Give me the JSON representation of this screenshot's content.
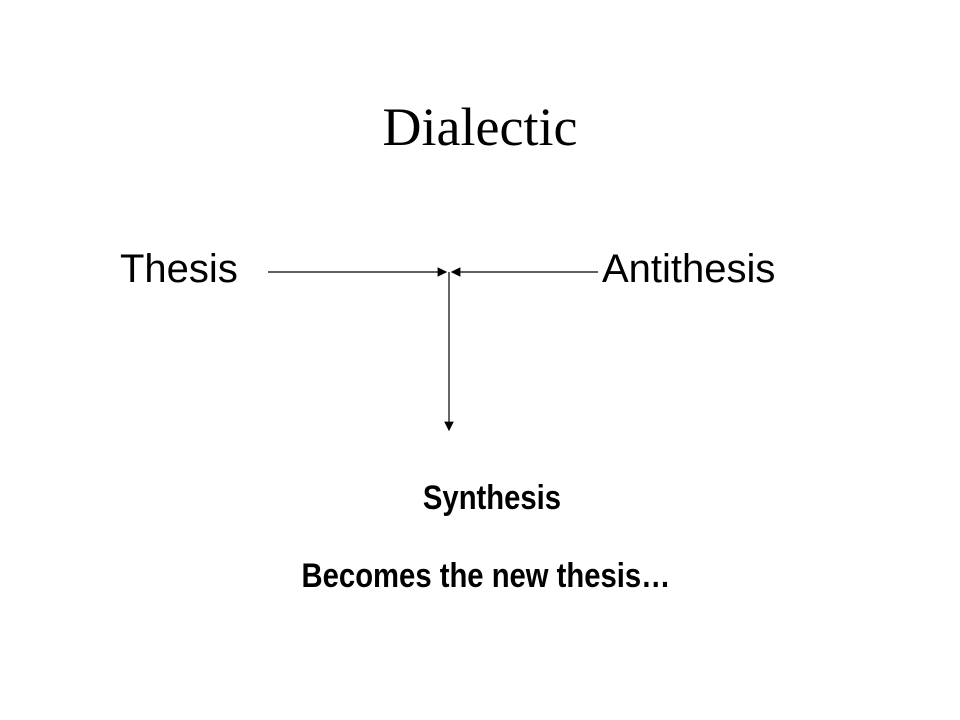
{
  "slide": {
    "title": "Dialectic",
    "nodes": {
      "thesis": "Thesis",
      "antithesis": "Antithesis",
      "synthesis": "Synthesis"
    },
    "caption": "Becomes the new thesis…"
  },
  "colors": {
    "background": "#ffffff",
    "text": "#000000",
    "connector": "#000000"
  }
}
